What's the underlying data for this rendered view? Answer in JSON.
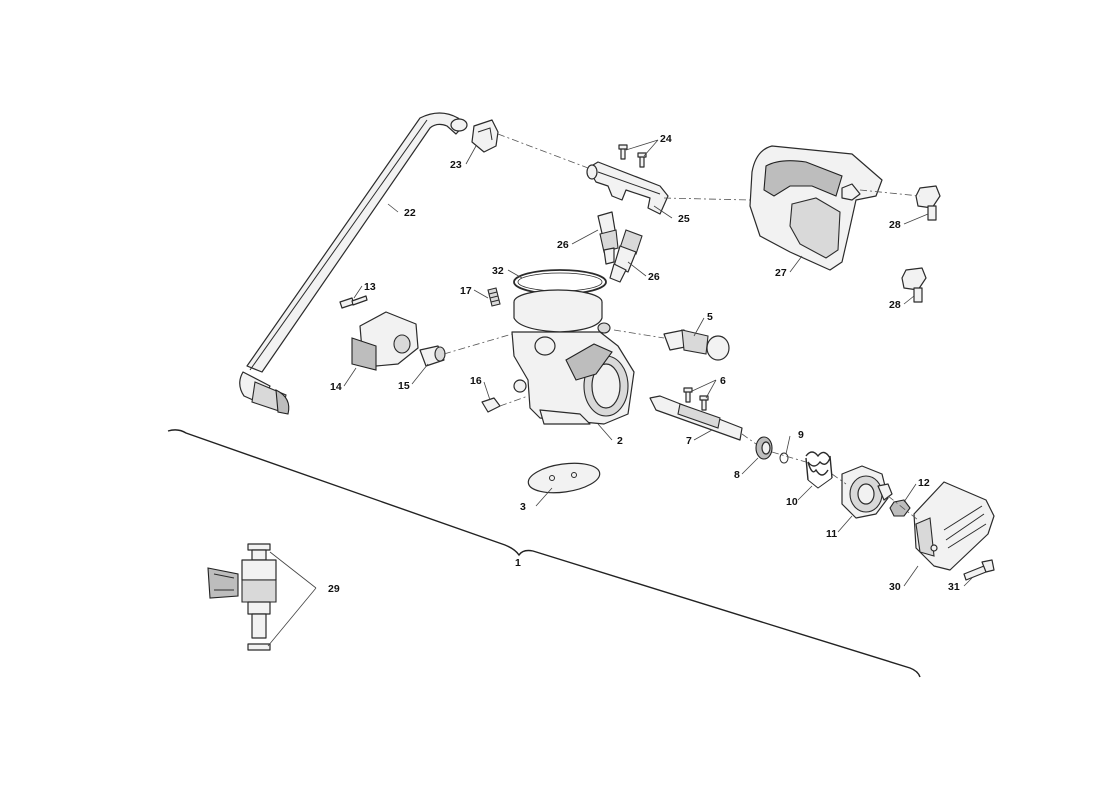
{
  "callouts": {
    "c1": "1",
    "c2": "2",
    "c3": "3",
    "c5": "5",
    "c6": "6",
    "c7": "7",
    "c8": "8",
    "c9": "9",
    "c10": "10",
    "c11": "11",
    "c12": "12",
    "c13": "13",
    "c14": "14",
    "c15": "15",
    "c16": "16",
    "c17": "17",
    "c22": "22",
    "c23": "23",
    "c24": "24",
    "c25": "25",
    "c26a": "26",
    "c26b": "26",
    "c27": "27",
    "c28a": "28",
    "c28b": "28",
    "c29": "29",
    "c30": "30",
    "c31": "31",
    "c32": "32"
  }
}
